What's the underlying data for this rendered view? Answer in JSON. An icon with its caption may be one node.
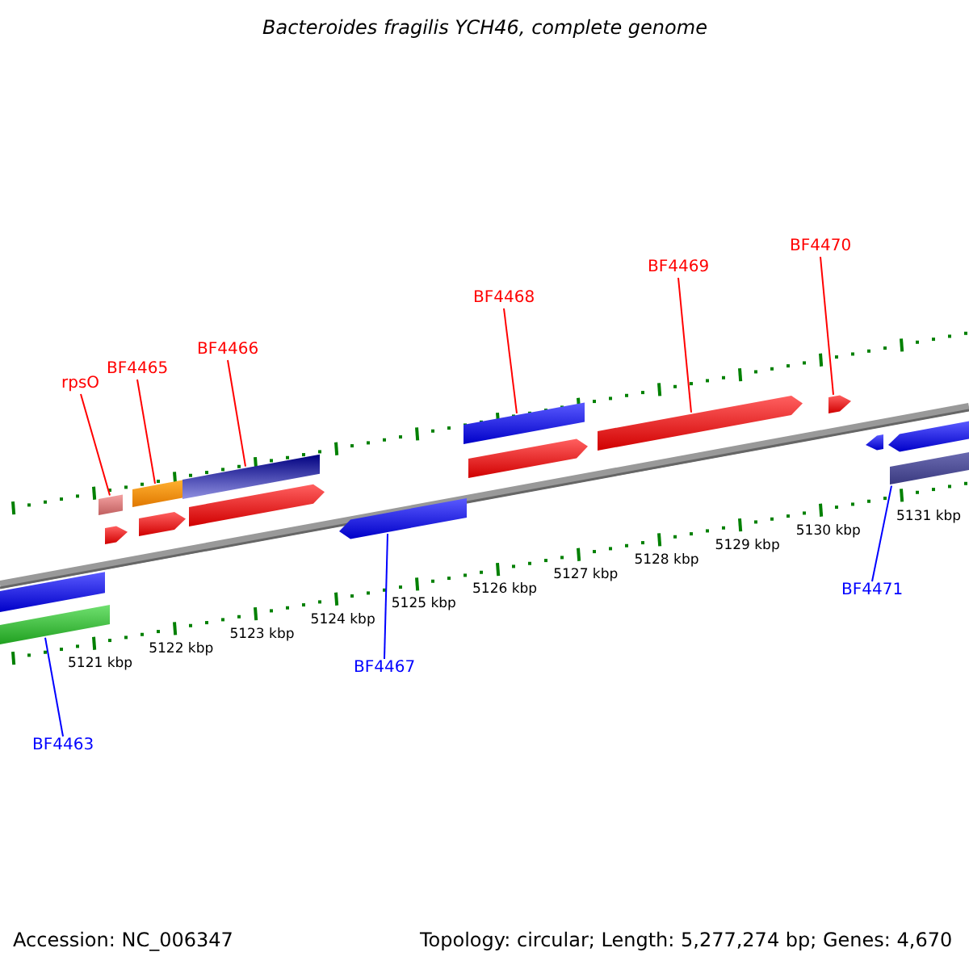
{
  "diagram": {
    "title": "Bacteroides fragilis YCH46, complete genome",
    "nodes": [
      {
        "text": [
          "rpsO"
        ]
      },
      {
        "text": [],
        "shape": "bar"
      },
      {
        "text": [
          "BF4465"
        ]
      },
      {
        "text": [],
        "shape": "bar"
      },
      {
        "text": [
          "BF4466"
        ]
      },
      {
        "text": [],
        "shape": "bar"
      },
      {
        "text": [
          "BF4468"
        ]
      },
      {
        "text": [],
        "shape": "bar"
      },
      {
        "text": [
          "BF4469"
        ]
      },
      {
        "text": [],
        "shape": "bar"
      },
      {
        "text": [
          "BF4470"
        ]
      },
      {
        "text": [],
        "shape": "bar"
      },
      {
        "text": [],
        "shape": "bar"
      },
      {
        "text": [
          "BF4463"
        ]
      },
      {
        "text": [],
        "shape": "bar"
      },
      {
        "text": [
          "BF4467"
        ]
      },
      {
        "text": [],
        "shape": "bar"
      },
      {
        "text": [
          "BF4471"
        ]
      },
      {
        "text": [],
        "shape": "bar"
      },
      {
        "text": [],
        "shape": "bar"
      },
      {
        "text": [],
        "shape": "bar"
      },
      {
        "text": [],
        "shape": "bar"
      },
      {
        "text": [],
        "shape": "bar"
      },
      {
        "text": [],
        "shape": "bar"
      },
      {
        "text": [],
        "shape": "bar"
      }
    ],
    "edges": [
      {
        "from": 0,
        "to": 1,
        "arrow": "none"
      },
      {
        "from": 2,
        "to": 3,
        "arrow": "none"
      },
      {
        "from": 4,
        "to": 5,
        "arrow": "none"
      },
      {
        "from": 6,
        "to": 7,
        "arrow": "none"
      },
      {
        "from": 8,
        "to": 9,
        "arrow": "none"
      },
      {
        "from": 10,
        "to": 11,
        "arrow": "none"
      },
      {
        "from": 13,
        "to": 12,
        "arrow": "none",
        "color": "#0000ff"
      },
      {
        "from": 15,
        "to": 14,
        "arrow": "none",
        "color": "#0000ff"
      },
      {
        "from": 17,
        "to": 16,
        "arrow": "none",
        "color": "#0000ff"
      }
    ],
    "labels": [
      "5121 kbp",
      "5122 kbp",
      "5123 kbp",
      "5124 kbp",
      "5125 kbp",
      "5126 kbp",
      "5127 kbp",
      "5128 kbp",
      "5129 kbp",
      "5130 kbp",
      "5131 kbp",
      "Accession: NC_006347",
      "Topology: circular; Length: 5,277,274 bp; Genes: 4,670"
    ]
  }
}
